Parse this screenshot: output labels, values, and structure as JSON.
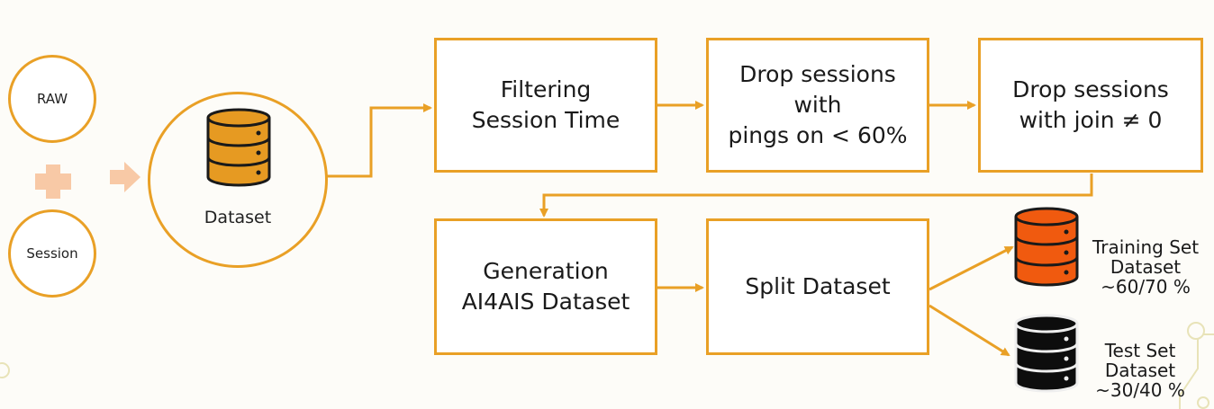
{
  "colors": {
    "accent": "#e9a026",
    "plus": "#f8c9a6",
    "training_db": "#f05a0f",
    "test_db": "#0d0d0d",
    "dataset_db": "#e69a22"
  },
  "inputs": {
    "raw": "RAW",
    "session": "Session",
    "plus_icon": "plus-icon",
    "arrow_icon": "arrow-right-icon"
  },
  "dataset": {
    "label": "Dataset",
    "icon": "database-icon"
  },
  "steps": {
    "filter": "Filtering\nSession Time",
    "drop_pings": "Drop sessions\nwith\npings on < 60%",
    "drop_join": "Drop sessions\nwith join ≠ 0",
    "generate": "Generation\nAI4AIS Dataset",
    "split": "Split Dataset"
  },
  "outputs": {
    "training": "Training Set\nDataset\n~60/70 %",
    "test": "Test Set\nDataset\n~30/40 %"
  }
}
